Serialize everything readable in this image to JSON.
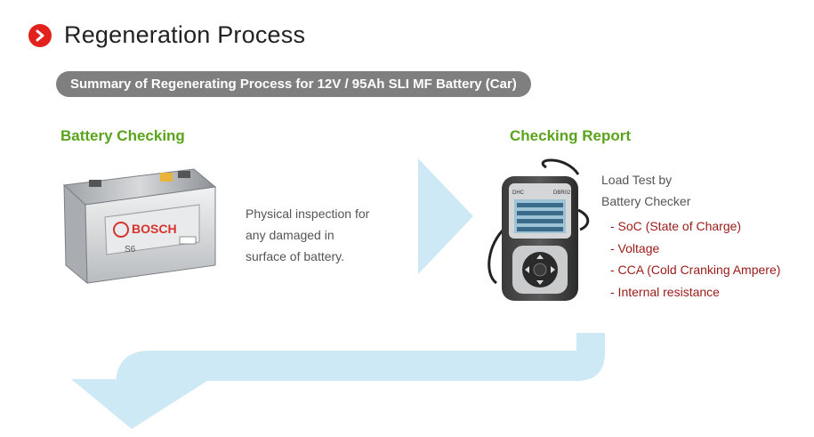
{
  "page": {
    "title": "Regeneration Process",
    "summary": "Summary of Regenerating Process for 12V / 95Ah SLI MF Battery (Car)"
  },
  "battery_checking": {
    "heading": "Battery Checking",
    "brand_logo": "BOSCH",
    "model_label": "S6",
    "description_lines": [
      "Physical inspection for",
      "any damaged in",
      "surface of battery."
    ]
  },
  "checking_report": {
    "heading": "Checking Report",
    "device_brand": "DHC",
    "device_model": "DBR02",
    "load_test_lines": [
      "Load Test by",
      "Battery Checker"
    ],
    "metrics": [
      "- SoC (State of Charge)",
      "- Voltage",
      "- CCA (Cold Cranking Ampere)",
      "- Internal resistance"
    ]
  },
  "icons": {
    "title_bullet": "chevron-right-circle-icon",
    "flow_arrow": "arrow-right-icon",
    "return_arrow": "arrow-down-return-icon"
  },
  "colors": {
    "accent_red": "#e2201c",
    "heading_green": "#5aa31c",
    "metric_red": "#9a1b17",
    "arrow_blue": "#cde9f5",
    "pill_gray": "#7f7f7f"
  }
}
